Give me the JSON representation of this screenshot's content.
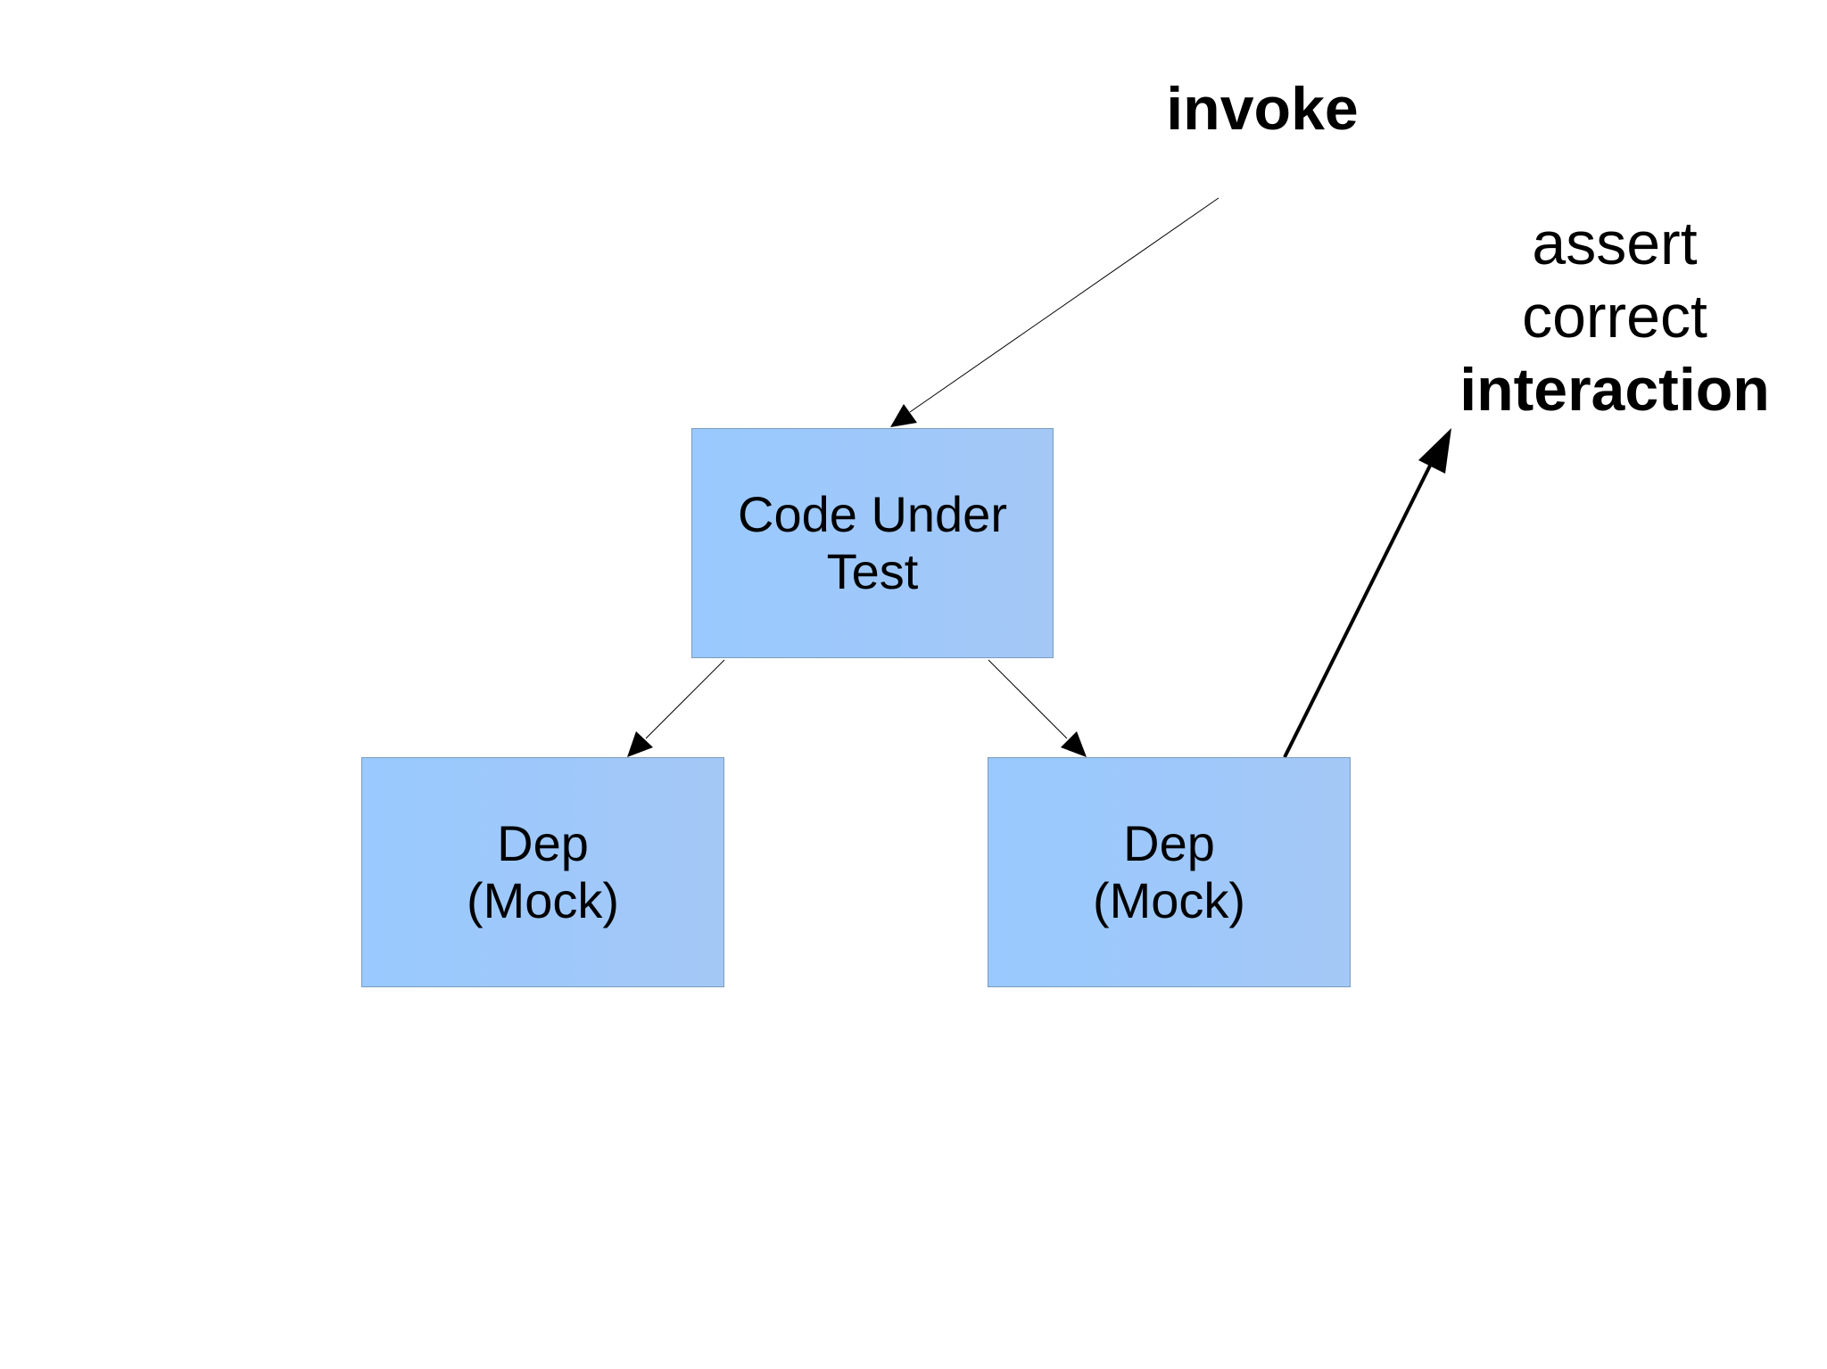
{
  "colors": {
    "box_fill_left": "#99c9ff",
    "box_fill_right": "#a4c8f6",
    "box_border": "#7c9cbc",
    "arrow": "#000000",
    "background": "#ffffff"
  },
  "labels": {
    "invoke": "invoke",
    "assert_line1": "assert",
    "assert_line2": "correct",
    "assert_line3": "interaction"
  },
  "nodes": {
    "code_under_test": {
      "line1": "Code Under",
      "line2": "Test"
    },
    "dep_left": {
      "line1": "Dep",
      "line2": "(Mock)"
    },
    "dep_right": {
      "line1": "Dep",
      "line2": "(Mock)"
    }
  },
  "edges": [
    {
      "from": "invoke",
      "to": "code_under_test",
      "style": "thin"
    },
    {
      "from": "code_under_test",
      "to": "dep_left",
      "style": "thin"
    },
    {
      "from": "code_under_test",
      "to": "dep_right",
      "style": "thin"
    },
    {
      "from": "dep_right",
      "to": "assert correct interaction",
      "style": "thick"
    }
  ]
}
